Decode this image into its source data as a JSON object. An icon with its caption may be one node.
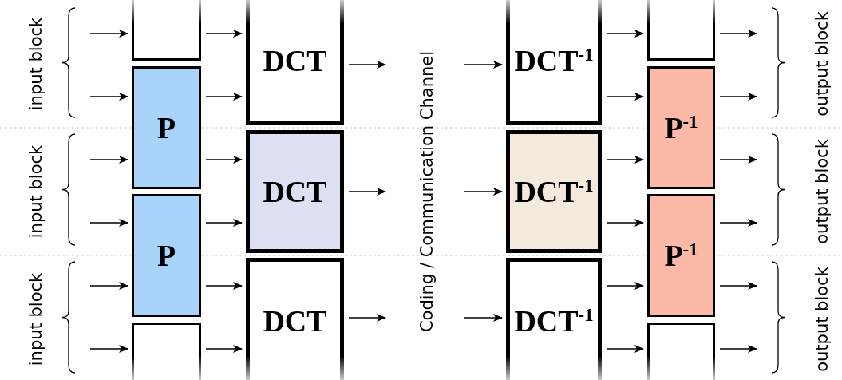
{
  "diagram": {
    "nodes": [
      {
        "text": [],
        "shape": "box"
      },
      {
        "text": [
          "P"
        ]
      },
      {
        "text": [
          "P"
        ]
      },
      {
        "text": [],
        "shape": "box"
      },
      {
        "text": [
          "DCT"
        ]
      },
      {
        "text": [
          "DCT"
        ]
      },
      {
        "text": [
          "DCT"
        ]
      },
      {
        "text": [
          "DCT$^{-1}$"
        ]
      },
      {
        "text": [
          "DCT$^{-1}$"
        ]
      },
      {
        "text": [
          "DCT$^{-1}$"
        ]
      },
      {
        "text": [],
        "shape": "box"
      },
      {
        "text": [
          "P$^{-1}$"
        ]
      },
      {
        "text": [
          "P$^{-1}$"
        ]
      },
      {
        "text": [],
        "shape": "box"
      }
    ],
    "edges": [
      {
        "from": null,
        "to": 0,
        "arrow": "to"
      },
      {
        "from": null,
        "to": 1,
        "arrow": "to"
      },
      {
        "from": null,
        "to": 1,
        "arrow": "to"
      },
      {
        "from": null,
        "to": 2,
        "arrow": "to"
      },
      {
        "from": null,
        "to": 2,
        "arrow": "to"
      },
      {
        "from": null,
        "to": 3,
        "arrow": "to"
      },
      {
        "from": 0,
        "to": 4,
        "arrow": "to"
      },
      {
        "from": 1,
        "to": 4,
        "arrow": "to"
      },
      {
        "from": 1,
        "to": 5,
        "arrow": "to"
      },
      {
        "from": 2,
        "to": 5,
        "arrow": "to"
      },
      {
        "from": 2,
        "to": 6,
        "arrow": "to"
      },
      {
        "from": 3,
        "to": 6,
        "arrow": "to"
      },
      {
        "from": 4,
        "to": null,
        "arrow": "to"
      },
      {
        "from": 5,
        "to": null,
        "arrow": "to"
      },
      {
        "from": 6,
        "to": null,
        "arrow": "to"
      },
      {
        "from": null,
        "to": 7,
        "arrow": "to"
      },
      {
        "from": null,
        "to": 8,
        "arrow": "to"
      },
      {
        "from": null,
        "to": 9,
        "arrow": "to"
      },
      {
        "from": 7,
        "to": 10,
        "arrow": "to"
      },
      {
        "from": 7,
        "to": 11,
        "arrow": "to"
      },
      {
        "from": 8,
        "to": 11,
        "arrow": "to"
      },
      {
        "from": 8,
        "to": 12,
        "arrow": "to"
      },
      {
        "from": 9,
        "to": 12,
        "arrow": "to"
      },
      {
        "from": 9,
        "to": 13,
        "arrow": "to"
      },
      {
        "from": 10,
        "to": null,
        "arrow": "to"
      },
      {
        "from": 11,
        "to": null,
        "arrow": "to"
      },
      {
        "from": 11,
        "to": null,
        "arrow": "to"
      },
      {
        "from": 12,
        "to": null,
        "arrow": "to"
      },
      {
        "from": 12,
        "to": null,
        "arrow": "to"
      },
      {
        "from": 13,
        "to": null,
        "arrow": "to"
      }
    ],
    "labels": [
      "input block",
      "input block",
      "input block",
      "Coding / Communication Channel",
      "output block",
      "output block",
      "output block"
    ]
  }
}
